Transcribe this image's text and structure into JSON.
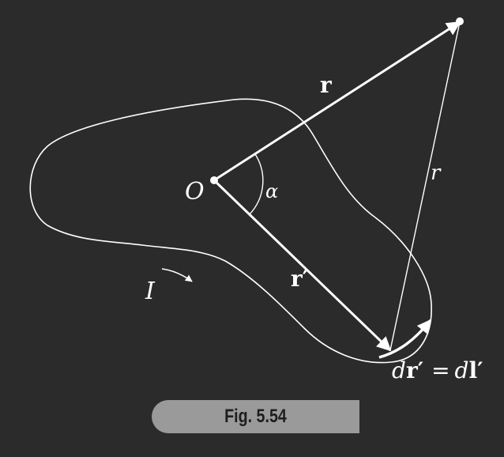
{
  "figure": {
    "caption": "Fig. 5.54",
    "labels": {
      "origin": "O",
      "r": "r",
      "r_prime": "r′",
      "script_r": "r",
      "alpha": "α",
      "current": "I",
      "dr_prime": "dr′",
      "equals": "=",
      "dl_prime": "dl′"
    }
  },
  "colors": {
    "background": "#2b2b2b",
    "line": "#ffffff",
    "caption_bar": "#9a9a9a",
    "caption_text": "#1e1e1e"
  }
}
